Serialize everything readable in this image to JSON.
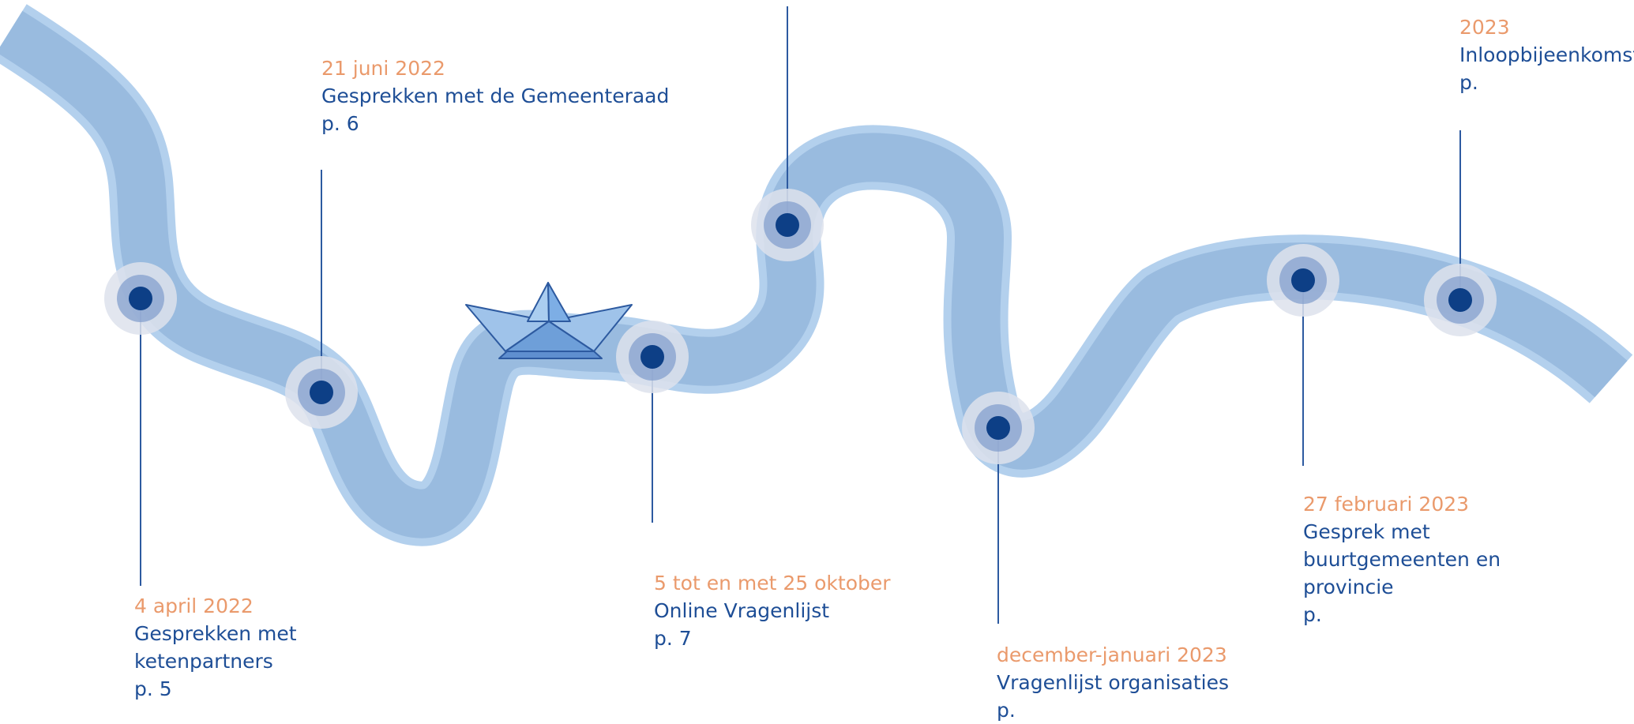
{
  "colors": {
    "river_outer": "#b3d0ed",
    "river_inner": "#99bbdf",
    "node_halo": "#dde2ec",
    "node_ring": "#7f9bcc",
    "node_dot": "#0d3f86",
    "connector": "#2d5aa0",
    "date_text": "#ea9a6c",
    "title_text": "#1e4e96"
  },
  "boat": {
    "icon": "paper-boat-icon"
  },
  "events": [
    {
      "id": "ketenpartners",
      "date": "4 april 2022",
      "title_lines": [
        "Gesprekken met",
        "ketenpartners"
      ],
      "page": "p. 5"
    },
    {
      "id": "gemeenteraad",
      "date": "21 juni 2022",
      "title_lines": [
        "Gesprekken met de Gemeenteraad"
      ],
      "page": "p. 6"
    },
    {
      "id": "online-vragenlijst",
      "date": "5 tot en met 25 oktober",
      "title_lines": [
        "Online Vragenlijst"
      ],
      "page": "p. 7"
    },
    {
      "id": "vragenlijst-organisaties",
      "date": "december-januari 2023",
      "title_lines": [
        "Vragenlijst organisaties"
      ],
      "page": "p."
    },
    {
      "id": "buurtgemeenten",
      "date": "27 februari 2023",
      "title_lines": [
        "Gesprek met",
        "buurtgemeenten en",
        "provincie"
      ],
      "page": "p."
    },
    {
      "id": "inloopbijeenkomst",
      "date": "2023",
      "title_lines": [
        "Inloopbijeenkomst"
      ],
      "page": "p."
    }
  ]
}
